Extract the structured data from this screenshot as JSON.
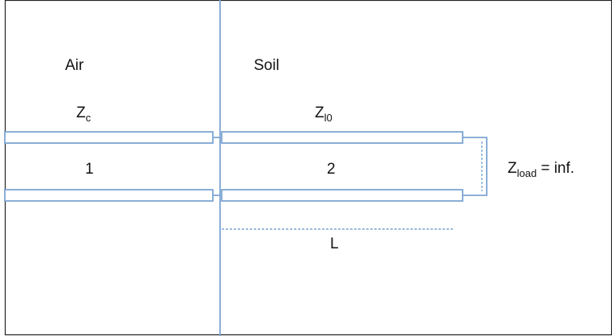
{
  "colors": {
    "line": "#7ea6d3",
    "frame": "#222222",
    "text": "#111111",
    "background": "#ffffff"
  },
  "labels": {
    "air": "Air",
    "soil": "Soil",
    "zc_main": "Z",
    "zc_sub": "c",
    "zl0_main": "Z",
    "zl0_sub": "l0",
    "section1": "1",
    "section2": "2",
    "zload_main": "Z",
    "zload_sub": "load",
    "zload_value": " = inf.",
    "length": "L"
  }
}
